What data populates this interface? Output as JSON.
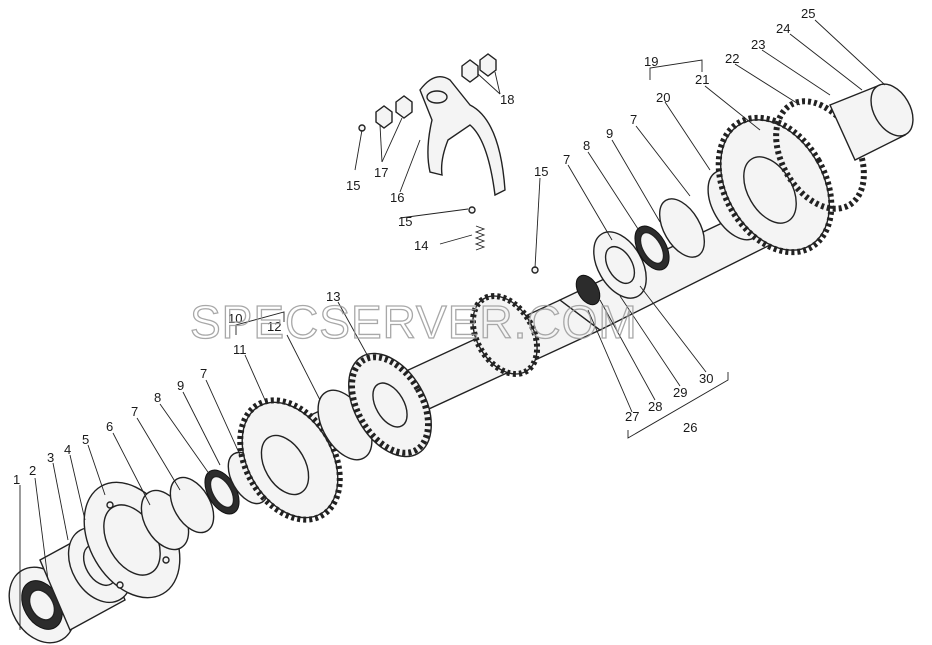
{
  "watermark": "SPECSERVER.COM",
  "callouts": {
    "c1": "1",
    "c2": "2",
    "c3": "3",
    "c4": "4",
    "c5": "5",
    "c6": "6",
    "c7a": "7",
    "c8a": "8",
    "c9a": "9",
    "c7b": "7",
    "c10": "10",
    "c11": "11",
    "c12": "12",
    "c13": "13",
    "c14": "14",
    "c15a": "15",
    "c15b": "15",
    "c15c": "15",
    "c16": "16",
    "c17": "17",
    "c18": "18",
    "c19": "19",
    "c20": "20",
    "c21": "21",
    "c22": "22",
    "c23": "23",
    "c24": "24",
    "c25": "25",
    "c26": "26",
    "c27": "27",
    "c28": "28",
    "c29": "29",
    "c30": "30",
    "c7c": "7",
    "c8b": "8",
    "c9b": "9",
    "c7d": "7"
  }
}
